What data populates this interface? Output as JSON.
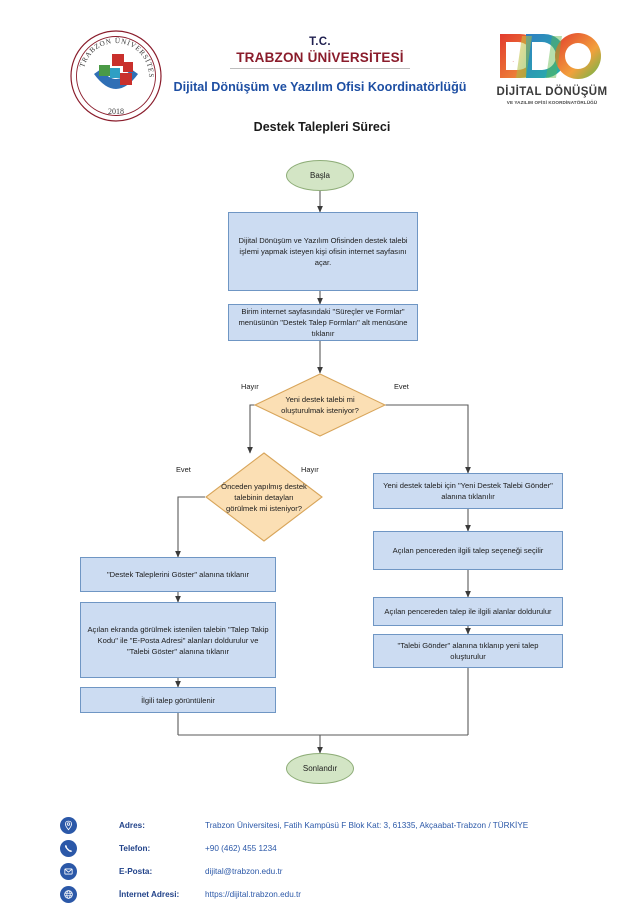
{
  "header": {
    "tc": "T.C.",
    "university": "TRABZON ÜNİVERSİTESİ",
    "office": "Dijital Dönüşüm ve Yazılım Ofisi Koordinatörlüğü",
    "uni_logo_alt": "trabzon-universitesi-logo",
    "uni_logo_year": "2018",
    "uni_logo_ring_text": "TRABZON ÜNİVERSİTESİ",
    "ddo_logo_letters": "DDO",
    "ddo_logo_sub1": "DİJİTAL DÖNÜŞÜM",
    "ddo_logo_sub2": "VE YAZILIM OFİSİ KOORDİNATÖRLÜĞÜ"
  },
  "page_title": "Destek Talepleri Süreci",
  "flow": {
    "start": "Başla",
    "end": "Sonlandır",
    "box1": "Dijital Dönüşüm ve Yazılım Ofisinden destek talebi işlemi yapmak isteyen kişi ofisin internet sayfasını açar.",
    "box2": "Birim internet sayfasındaki \"Süreçler ve Formlar\" menüsünün \"Destek Talep Formları\" alt menüsüne tıklanır",
    "decision1": "Yeni destek talebi mi oluşturulmak isteniyor?",
    "decision1_no": "Hayır",
    "decision1_yes": "Evet",
    "decision2": "Önceden yapılmış destek talebinin detayları görülmek mi isteniyor?",
    "decision2_yes": "Evet",
    "decision2_no": "Hayır",
    "left1": "\"Destek Taleplerini Göster\" alanına tıklanır",
    "left2": "Açılan ekranda görülmek istenilen talebin \"Talep Takip Kodu\" ile \"E-Posta Adresi\" alanları doldurulur ve \"Talebi Göster\" alanına tıklanır",
    "left3": "İlgili talep görüntülenir",
    "right1": "Yeni destek talebi için \"Yeni Destek Talebi Gönder\" alanına tıklanılır",
    "right2": "Açılan pencereden ilgili talep seçeneği seçilir",
    "right3": "Açılan pencereden talep ile ilgili alanlar doldurulur",
    "right4": "\"Talebi Gönder\" alanına tıklanıp yeni talep oluşturulur"
  },
  "footer": {
    "rows": [
      {
        "icon": "location-pin-icon",
        "label": "Adres:",
        "value": "Trabzon Üniversitesi, Fatih Kampüsü F Blok Kat: 3, 61335, Akçaabat-Trabzon / TÜRKİYE"
      },
      {
        "icon": "phone-icon",
        "label": "Telefon:",
        "value": "+90 (462) 455 1234"
      },
      {
        "icon": "envelope-icon",
        "label": "E-Posta:",
        "value": "dijital@trabzon.edu.tr"
      },
      {
        "icon": "globe-icon",
        "label": "İnternet Adresi:",
        "value": "https://dijital.trabzon.edu.tr"
      }
    ]
  },
  "colors": {
    "process_fill": "#ccdcf2",
    "process_stroke": "#6f96c4",
    "decision_fill": "#fbdfb4",
    "decision_stroke": "#d8a55a",
    "terminator_fill": "#d3e5c5",
    "terminator_stroke": "#8ead78",
    "connector": "#4a4a4a",
    "accent_blue": "#2b58a8",
    "accent_red": "#8a1c2b"
  }
}
